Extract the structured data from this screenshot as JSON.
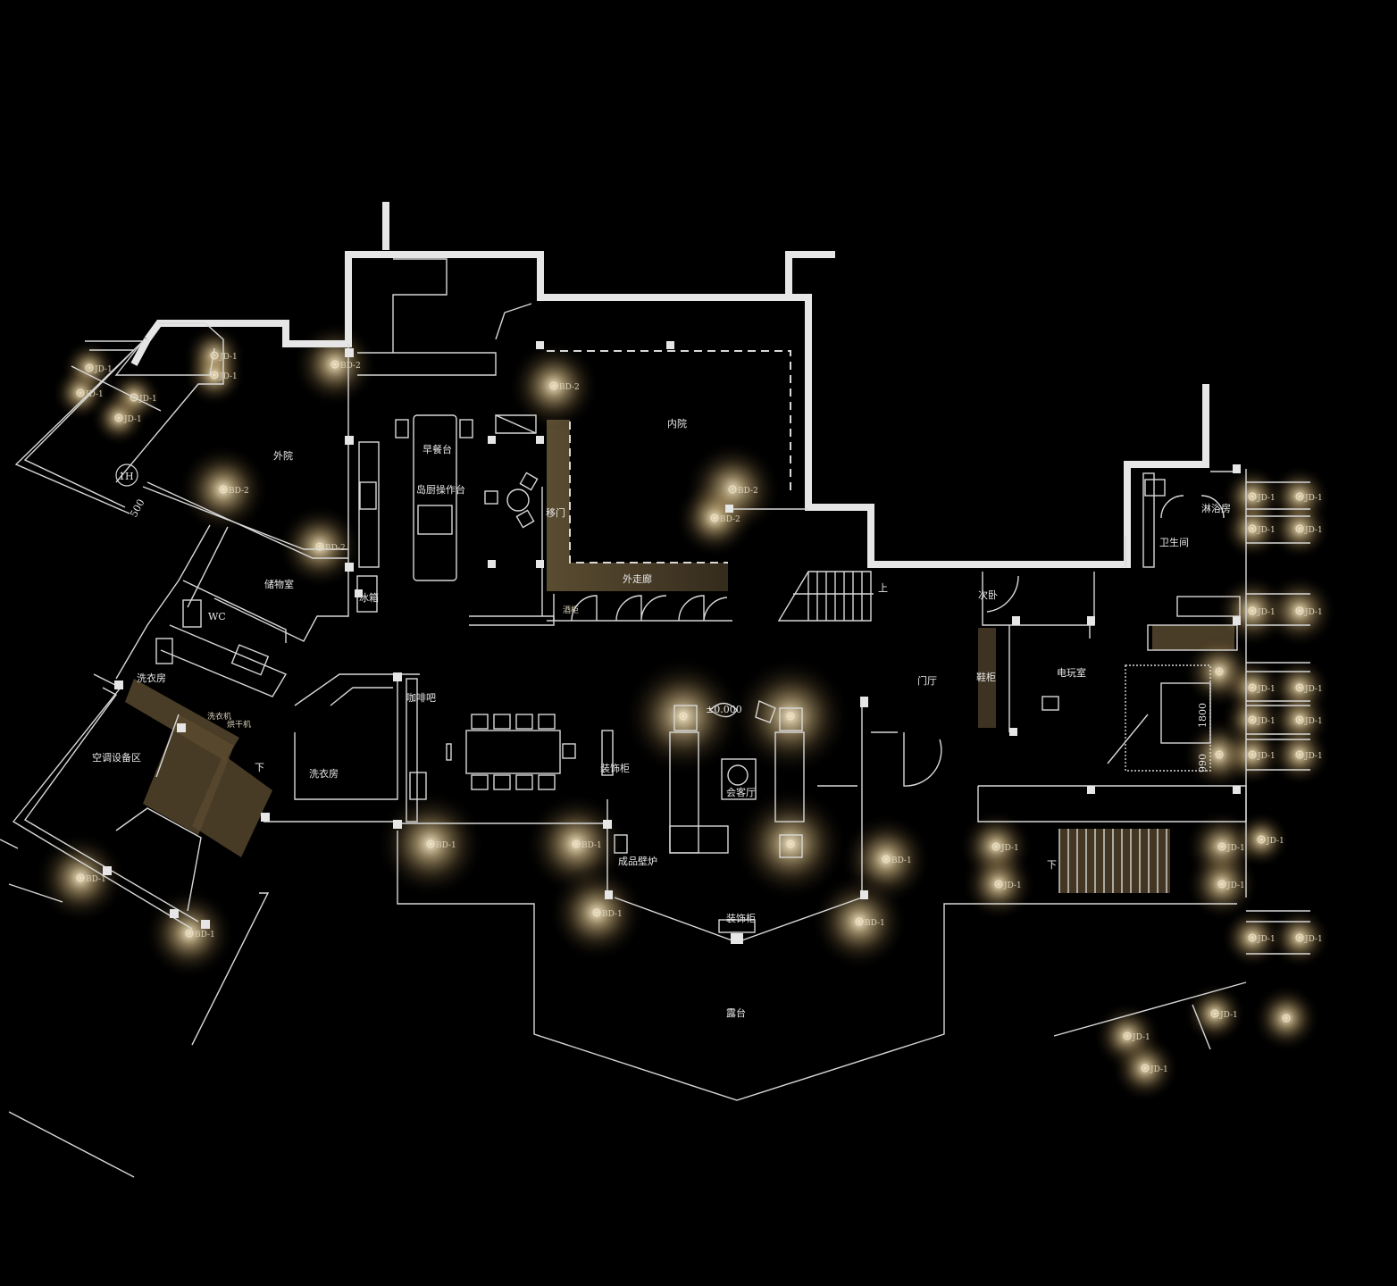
{
  "fixtures": {
    "bd1": "BD-1",
    "bd2": "BD-2",
    "jd1": "JD-1"
  },
  "rooms": {
    "outer_court": "外院",
    "storage": "储物室",
    "wc": "WC",
    "laundry_top": "洗衣房",
    "washer": "洗衣机",
    "dryer": "烘干机",
    "ac_area": "空调设备区",
    "laundry": "洗衣房",
    "stair_down_left": "下",
    "breakfast": "早餐台",
    "island": "岛厨操作台",
    "fridge": "冰箱",
    "sliding_door": "移门",
    "inner_court": "内院",
    "corridor": "外走廊",
    "cafe_bar": "咖啡吧",
    "deco_cabinet": "装饰柜",
    "fireplace": "成品壁炉",
    "elevation": "±0.000",
    "living": "会客厅",
    "deco_cabinet_2": "装饰柜",
    "foyer": "门厅",
    "second_bedroom": "次卧",
    "shoe_cabinet": "鞋柜",
    "game_room": "电玩室",
    "bathroom": "卫生间",
    "shower": "淋浴房",
    "terrace": "露台",
    "stair_up": "上",
    "stair_down_right": "下",
    "wine": "酒柜"
  },
  "markers": {
    "section": "1H",
    "dim_500": "500",
    "dim_1800": "1800",
    "dim_990": "990"
  },
  "colors": {
    "background": "#000000",
    "wall": "#e6e6e6",
    "glow": "#f5e2b0",
    "highlight_band": "#5a4a30"
  }
}
